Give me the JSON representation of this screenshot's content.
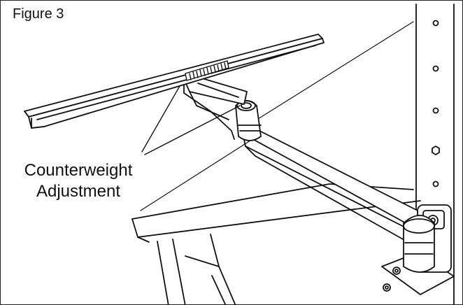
{
  "figure": {
    "title": "Figure 3",
    "callout": {
      "line1": "Counterweight",
      "line2": "Adjustment"
    }
  },
  "colors": {
    "ink": "#111111",
    "background": "#ffffff"
  }
}
